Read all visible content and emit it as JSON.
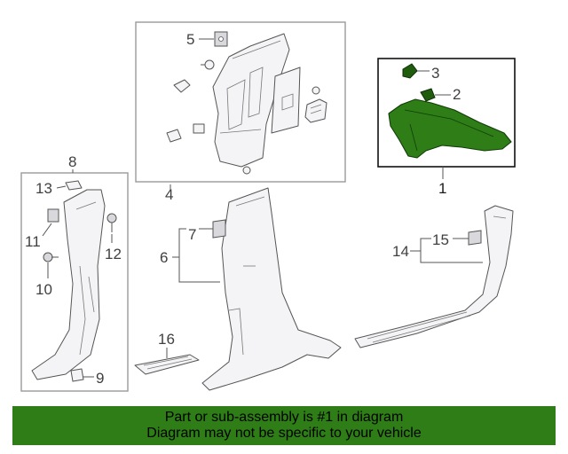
{
  "callouts": {
    "c1": "1",
    "c2": "2",
    "c3": "3",
    "c4": "4",
    "c5": "5",
    "c6": "6",
    "c7": "7",
    "c8": "8",
    "c9": "9",
    "c10": "10",
    "c11": "11",
    "c12": "12",
    "c13": "13",
    "c14": "14",
    "c15": "15",
    "c16": "16"
  },
  "highlight_color": "#2e7d16",
  "banner": {
    "line1": "Part or sub-assembly is #1 in diagram",
    "line2": "Diagram may not be specific to your vehicle"
  }
}
